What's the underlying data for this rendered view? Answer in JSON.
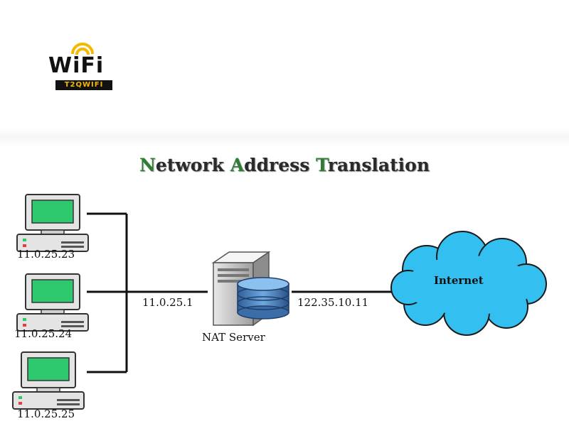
{
  "logo": {
    "word_main": "WiF",
    "word_end": "i",
    "tagline": "T2QWIFI"
  },
  "title": {
    "parts": [
      {
        "text": "N",
        "accent": true
      },
      {
        "text": "etwork ",
        "accent": false
      },
      {
        "text": "A",
        "accent": true
      },
      {
        "text": "ddress ",
        "accent": false
      },
      {
        "text": "T",
        "accent": true
      },
      {
        "text": "ranslation",
        "accent": false
      }
    ]
  },
  "computers": [
    {
      "ip": "11.0.25.23"
    },
    {
      "ip": "11.0.25.24"
    },
    {
      "ip": "11.0.25.25"
    }
  ],
  "links": {
    "internal_ip": "11.0.25.1",
    "external_ip": "122.35.10.11"
  },
  "server": {
    "label": "NAT Server"
  },
  "cloud": {
    "label": "Internet"
  },
  "colors": {
    "accent": "#2e7d32",
    "cloud": "#33bff0",
    "screen": "#2ec86e",
    "wifi_arc": "#f5b800"
  }
}
